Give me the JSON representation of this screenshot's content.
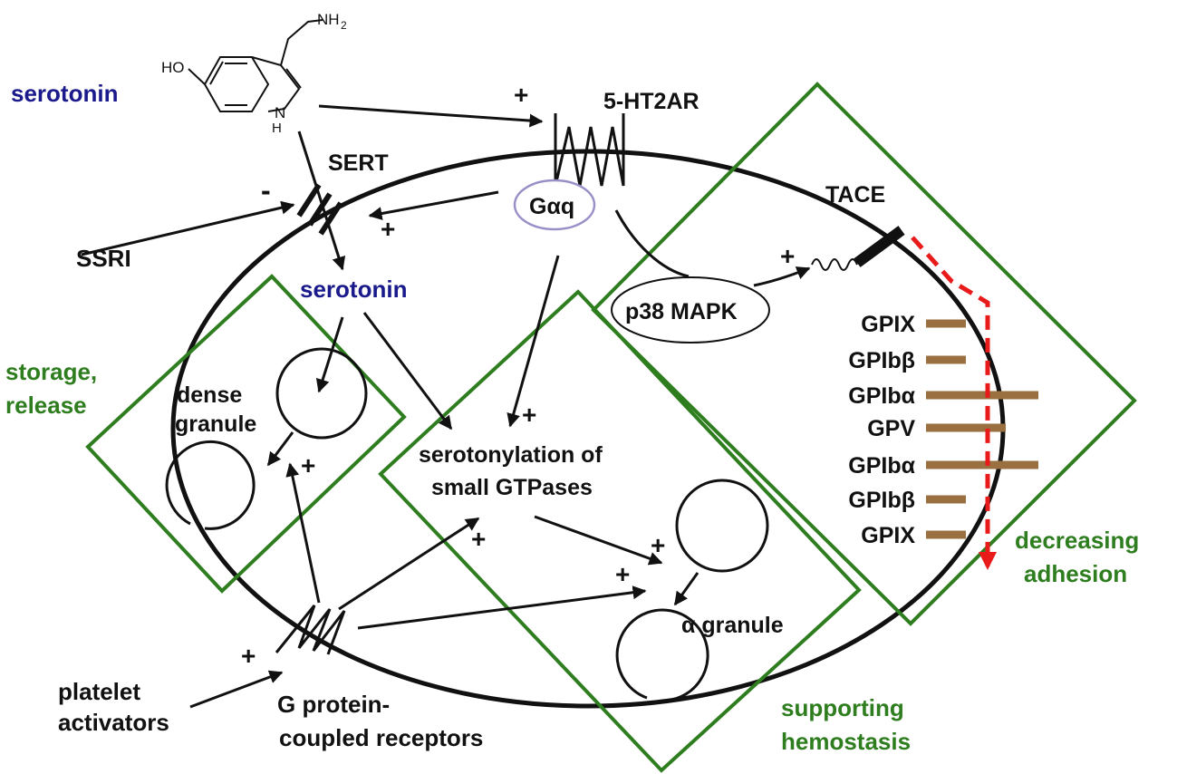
{
  "colors": {
    "box": "#2e7d1f",
    "serotonin_text": "#1a1a8c",
    "gp_bar": "#9a7040",
    "dashed_arrow": "#e81a1a",
    "gaq_ring": "#9b8fc8"
  },
  "molecule": {
    "oh": "HO",
    "nh2": "NH",
    "nh2_sub": "2",
    "nh": "H",
    "n": "N"
  },
  "labels": {
    "serotonin_outside": "serotonin",
    "serotonin_inside": "serotonin",
    "receptor_5ht2ar": "5-HT2AR",
    "sert": "SERT",
    "ssri": "SSRI",
    "gaq": "Gαq",
    "tace": "TACE",
    "p38": "p38 MAPK",
    "dense_granule_1": "dense",
    "dense_granule_2": "granule",
    "serotonylation_1": "serotonylation of",
    "serotonylation_2": "small GTPases",
    "alpha_granule": "α granule",
    "activators_1": "platelet",
    "activators_2": "activators",
    "gpcr_1": "G protein-",
    "gpcr_2": "coupled receptors"
  },
  "signs": {
    "plus_5ht2ar": "+",
    "minus_ssri": "-",
    "plus_sert": "+",
    "plus_tace": "+",
    "plus_dense": "+",
    "plus_serotonylation": "+",
    "plus_gpcr_serotonylation": "+",
    "plus_alpha_1": "+",
    "plus_alpha_2": "+",
    "plus_activators": "+"
  },
  "glycoproteins": [
    {
      "name": "GPIX"
    },
    {
      "name": "GPIbβ"
    },
    {
      "name": "GPIbα"
    },
    {
      "name": "GPV"
    },
    {
      "name": "GPIbα"
    },
    {
      "name": "GPIbβ"
    },
    {
      "name": "GPIX"
    }
  ],
  "boxes": {
    "storage_1": "storage,",
    "storage_2": "release",
    "adhesion_1": "decreasing",
    "adhesion_2": "adhesion",
    "hemostasis_1": "supporting",
    "hemostasis_2": "hemostasis"
  }
}
